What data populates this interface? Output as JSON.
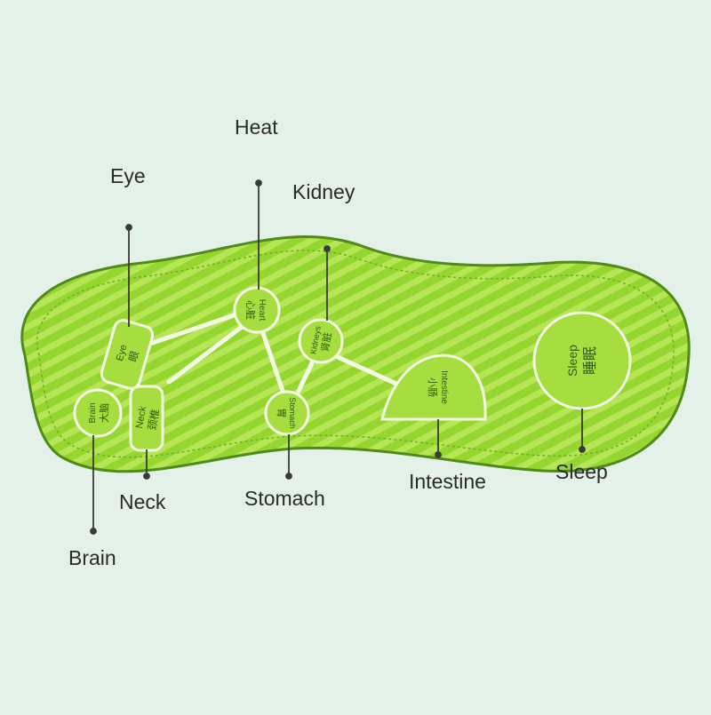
{
  "callouts": {
    "heat": "Heat",
    "eye": "Eye",
    "kidney": "Kidney",
    "neck": "Neck",
    "stomach": "Stomach",
    "intestine": "Intestine",
    "sleep": "Sleep",
    "brain": "Brain"
  },
  "zones": {
    "brain": {
      "en": "Brain",
      "zh": "大脑"
    },
    "eye": {
      "en": "Eye",
      "zh": "眼"
    },
    "neck": {
      "en": "Neck",
      "zh": "颈椎"
    },
    "heart": {
      "en": "Heart",
      "zh": "心脏"
    },
    "stomach": {
      "en": "Stomach",
      "zh": "胃"
    },
    "kidneys": {
      "en": "Kidneys",
      "zh": "肾脏"
    },
    "intestine": {
      "en": "Intestine",
      "zh": "小肠"
    },
    "sleep": {
      "en": "Sleep",
      "zh": "睡眠"
    }
  },
  "colors": {
    "background": "#e3f1e9",
    "insole": "#96d630",
    "insole_edge": "#4f8a1a",
    "stripe": "#b6e656",
    "zone_fill": "#a6dd3f",
    "zone_stroke": "#f4fbe4",
    "zone_text": "#305a10",
    "leader": "#3a3a3a"
  }
}
